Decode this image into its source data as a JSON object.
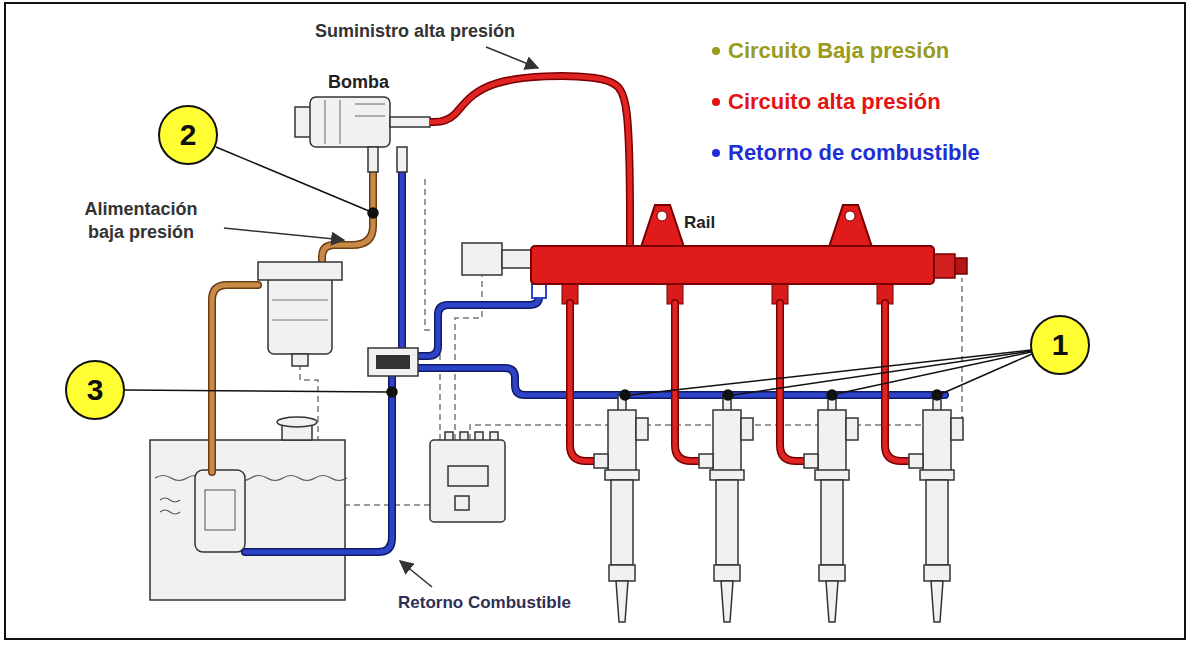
{
  "diagram": {
    "nodes": [
      {
        "text": [
          "Bomba"
        ]
      },
      {
        "text": [
          "2"
        ]
      },
      {
        "text": [
          "Rail"
        ]
      },
      {
        "text": [
          "1"
        ]
      },
      {
        "text": [
          "3"
        ]
      }
    ],
    "edges": [
      {
        "from": 0,
        "to": 2,
        "arrow": "none"
      }
    ],
    "labels": [
      "Suministro alta presión",
      "Alimentación baja presión",
      "Retorno Combustible"
    ],
    "legend": [
      {
        "text": "Circuito Baja presión",
        "color": "#9a9a1c"
      },
      {
        "text": "Circuito alta presión",
        "color": "#e31414"
      },
      {
        "text": "Retorno de combustible",
        "color": "#1f2fd6"
      }
    ]
  }
}
